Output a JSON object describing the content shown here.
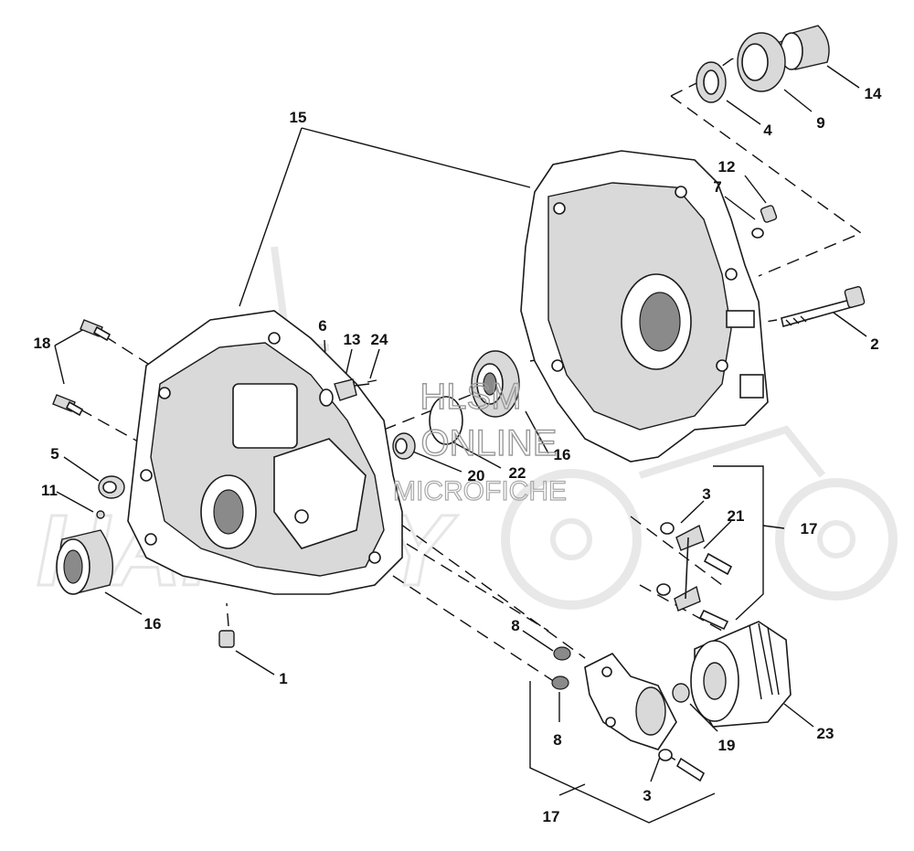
{
  "watermark": {
    "line1": "HLSM",
    "line2": "ONLINE",
    "line3": "MICROFICHE"
  },
  "callouts": [
    {
      "id": "c14",
      "text": "14"
    },
    {
      "id": "c4",
      "text": "4"
    },
    {
      "id": "c9",
      "text": "9"
    },
    {
      "id": "c15",
      "text": "15"
    },
    {
      "id": "c12",
      "text": "12"
    },
    {
      "id": "c7",
      "text": "7"
    },
    {
      "id": "c2",
      "text": "2"
    },
    {
      "id": "c18",
      "text": "18"
    },
    {
      "id": "c6",
      "text": "6"
    },
    {
      "id": "c13",
      "text": "13"
    },
    {
      "id": "c24",
      "text": "24"
    },
    {
      "id": "c16a",
      "text": "16"
    },
    {
      "id": "c20",
      "text": "20"
    },
    {
      "id": "c22",
      "text": "22"
    },
    {
      "id": "c5",
      "text": "5"
    },
    {
      "id": "c11",
      "text": "11"
    },
    {
      "id": "c3a",
      "text": "3"
    },
    {
      "id": "c21",
      "text": "21"
    },
    {
      "id": "c17a",
      "text": "17"
    },
    {
      "id": "c16b",
      "text": "16"
    },
    {
      "id": "c1",
      "text": "1"
    },
    {
      "id": "c8a",
      "text": "8"
    },
    {
      "id": "c8b",
      "text": "8"
    },
    {
      "id": "c19",
      "text": "19"
    },
    {
      "id": "c23",
      "text": "23"
    },
    {
      "id": "c3b",
      "text": "3"
    },
    {
      "id": "c17b",
      "text": "17"
    }
  ]
}
